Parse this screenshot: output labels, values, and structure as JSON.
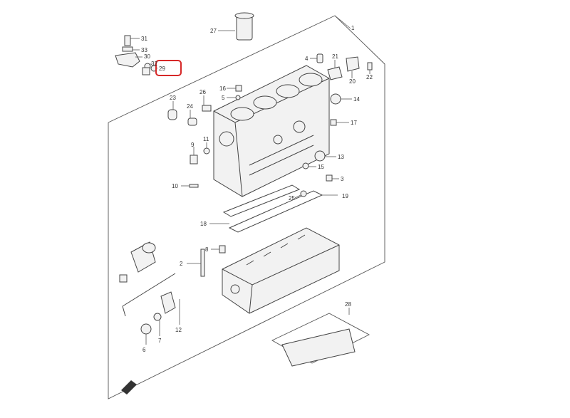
{
  "highlight_color": "#d62828",
  "callouts": [
    {
      "id": "27",
      "label": "27"
    },
    {
      "id": "1",
      "label": "1"
    },
    {
      "id": "31",
      "label": "31"
    },
    {
      "id": "33",
      "label": "33"
    },
    {
      "id": "30",
      "label": "30"
    },
    {
      "id": "32",
      "label": "32"
    },
    {
      "id": "29",
      "label": "29"
    },
    {
      "id": "4",
      "label": "4"
    },
    {
      "id": "21",
      "label": "21"
    },
    {
      "id": "20",
      "label": "20"
    },
    {
      "id": "22",
      "label": "22"
    },
    {
      "id": "16",
      "label": "16"
    },
    {
      "id": "5",
      "label": "5"
    },
    {
      "id": "23",
      "label": "23"
    },
    {
      "id": "26",
      "label": "26"
    },
    {
      "id": "14",
      "label": "14"
    },
    {
      "id": "24",
      "label": "24"
    },
    {
      "id": "17",
      "label": "17"
    },
    {
      "id": "11",
      "label": "11"
    },
    {
      "id": "9",
      "label": "9"
    },
    {
      "id": "13",
      "label": "13"
    },
    {
      "id": "15",
      "label": "15"
    },
    {
      "id": "3",
      "label": "3"
    },
    {
      "id": "10",
      "label": "10"
    },
    {
      "id": "19",
      "label": "19"
    },
    {
      "id": "25",
      "label": "25"
    },
    {
      "id": "18",
      "label": "18"
    },
    {
      "id": "8",
      "label": "8"
    },
    {
      "id": "2",
      "label": "2"
    },
    {
      "id": "12",
      "label": "12"
    },
    {
      "id": "7",
      "label": "7"
    },
    {
      "id": "6",
      "label": "6"
    },
    {
      "id": "28",
      "label": "28"
    }
  ]
}
